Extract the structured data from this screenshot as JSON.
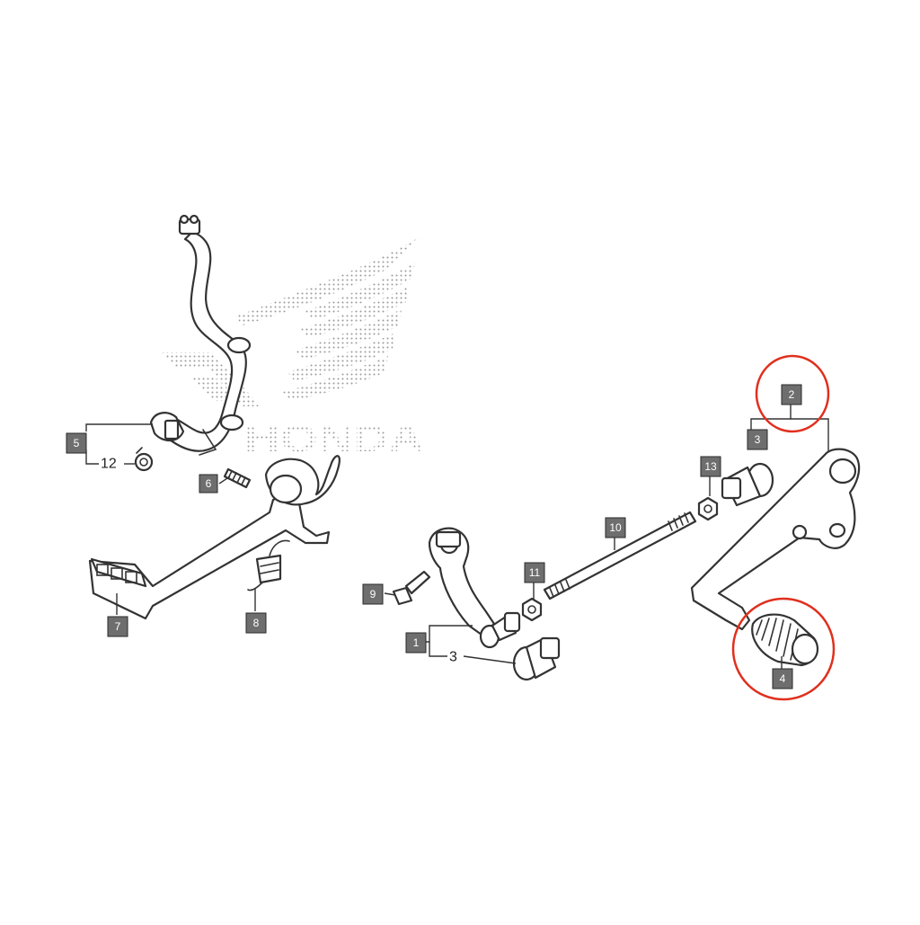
{
  "diagram": {
    "logo": {
      "name": "honda-wing-logo",
      "text": "HONDA"
    },
    "callouts": {
      "c1": "1",
      "c2": "2",
      "c3a": "3",
      "c3b": "3",
      "c4": "4",
      "c5": "5",
      "c6": "6",
      "c7": "7",
      "c8": "8",
      "c9": "9",
      "c10": "10",
      "c11": "11",
      "c12": "12",
      "c13": "13"
    },
    "highlight_color": "#e0301e",
    "callout_box_color": "#6e6e6e"
  }
}
